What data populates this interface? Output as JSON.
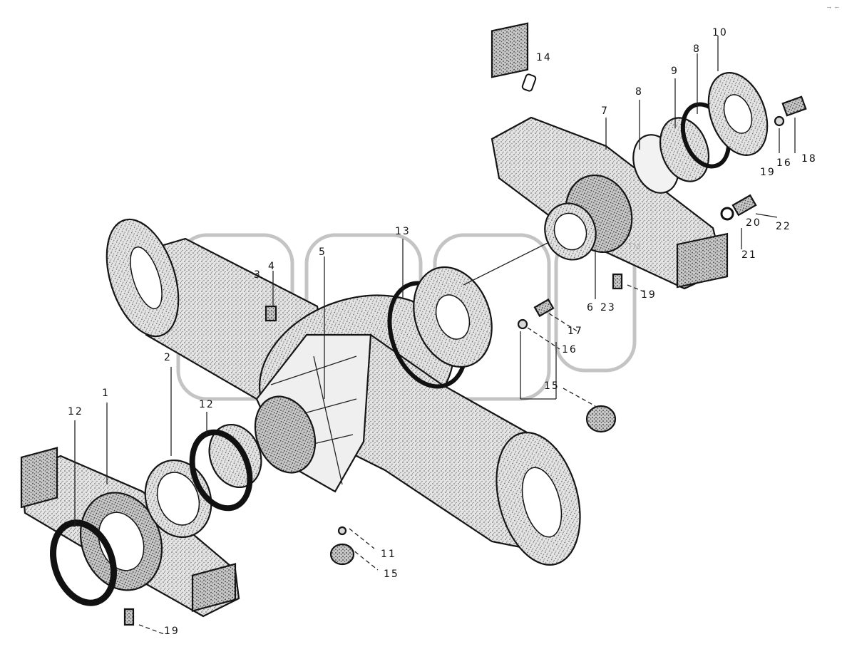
{
  "diagram": {
    "watermark": "TM",
    "corner_mark": "→ ←",
    "callouts": [
      {
        "key": "c1",
        "label": "1"
      },
      {
        "key": "c2",
        "label": "2"
      },
      {
        "key": "c3",
        "label": "3"
      },
      {
        "key": "c4",
        "label": "4"
      },
      {
        "key": "c5",
        "label": "5"
      },
      {
        "key": "c6",
        "label": "6"
      },
      {
        "key": "c7",
        "label": "7"
      },
      {
        "key": "c8a",
        "label": "8"
      },
      {
        "key": "c8b",
        "label": "8"
      },
      {
        "key": "c9",
        "label": "9"
      },
      {
        "key": "c10",
        "label": "10"
      },
      {
        "key": "c11",
        "label": "11"
      },
      {
        "key": "c12a",
        "label": "12"
      },
      {
        "key": "c12b",
        "label": "12"
      },
      {
        "key": "c13",
        "label": "13"
      },
      {
        "key": "c14",
        "label": "14"
      },
      {
        "key": "c15a",
        "label": "15"
      },
      {
        "key": "c15b",
        "label": "15"
      },
      {
        "key": "c16a",
        "label": "16"
      },
      {
        "key": "c16b",
        "label": "16"
      },
      {
        "key": "c17",
        "label": "17"
      },
      {
        "key": "c18",
        "label": "18"
      },
      {
        "key": "c19a",
        "label": "19"
      },
      {
        "key": "c19b",
        "label": "19"
      },
      {
        "key": "c19c",
        "label": "19"
      },
      {
        "key": "c20",
        "label": "20"
      },
      {
        "key": "c21",
        "label": "21"
      },
      {
        "key": "c22",
        "label": "22"
      },
      {
        "key": "c23",
        "label": "23"
      }
    ]
  }
}
